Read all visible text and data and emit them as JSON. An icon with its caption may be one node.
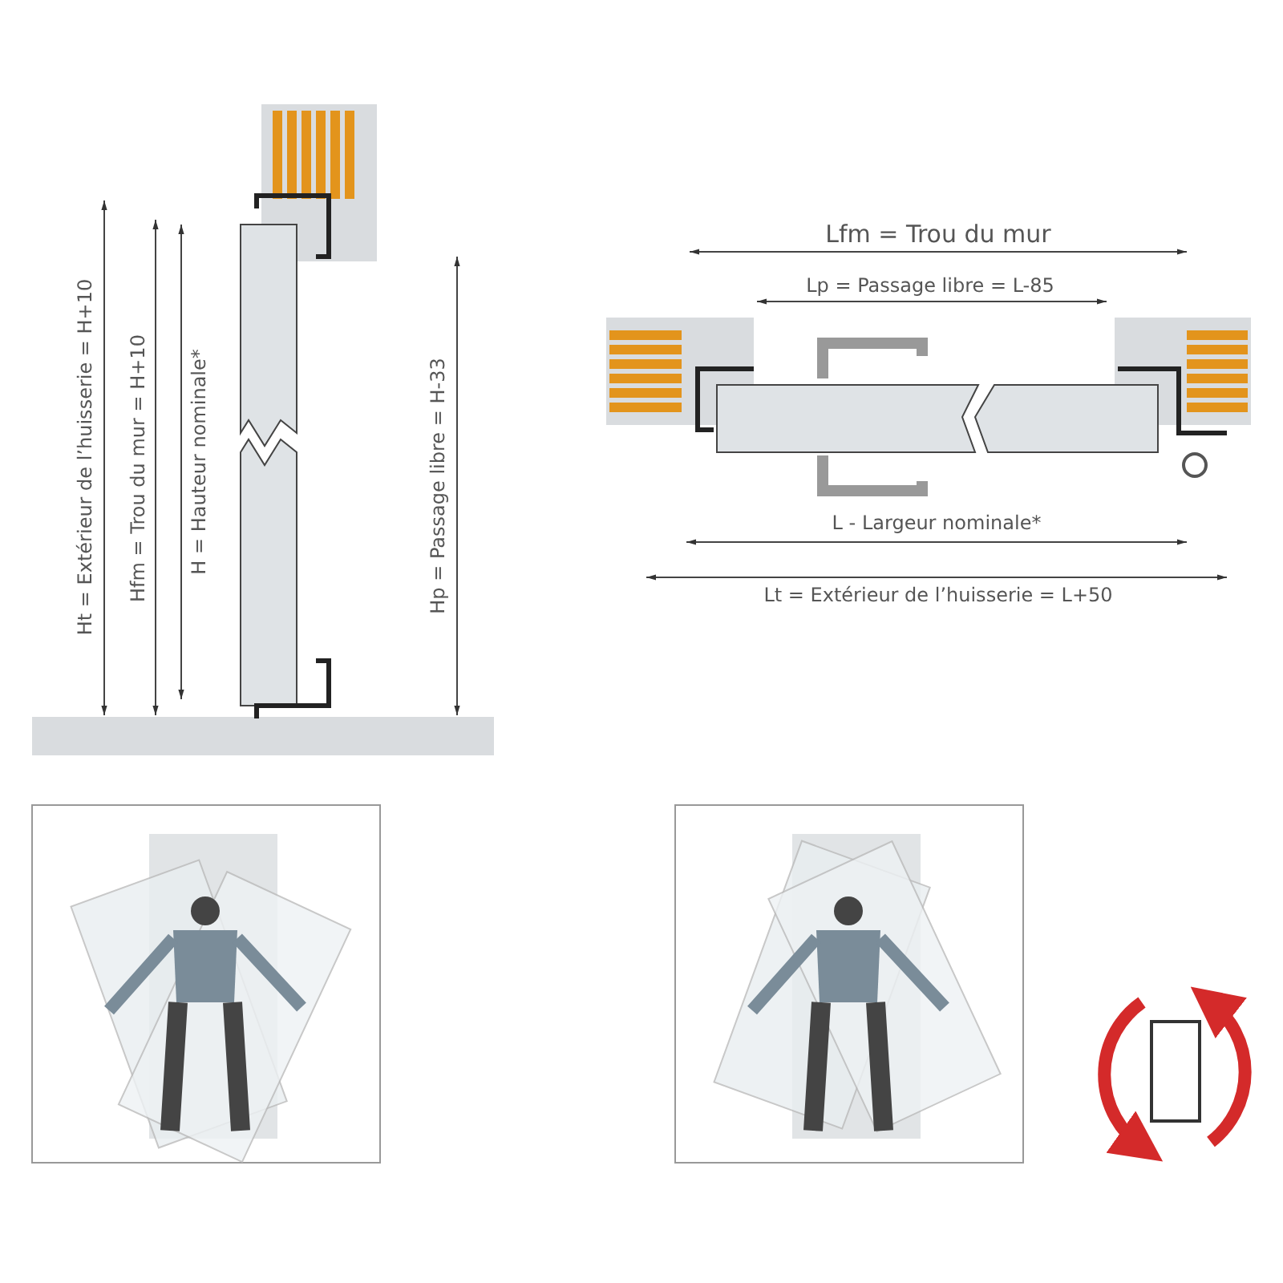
{
  "diagram": {
    "labels": [
      "Ht = Extérieur de l’huisserie = H+10",
      "Hfm = Trou du mur = H+10",
      "H = Hauteur nominale*",
      "Hp = Passage libre = H-33",
      "Lfm = Trou du mur",
      "Lp = Passage libre = L-85",
      "L - Largeur nominale*",
      "Lt = Extérieur de l’huisserie = L+50"
    ]
  }
}
